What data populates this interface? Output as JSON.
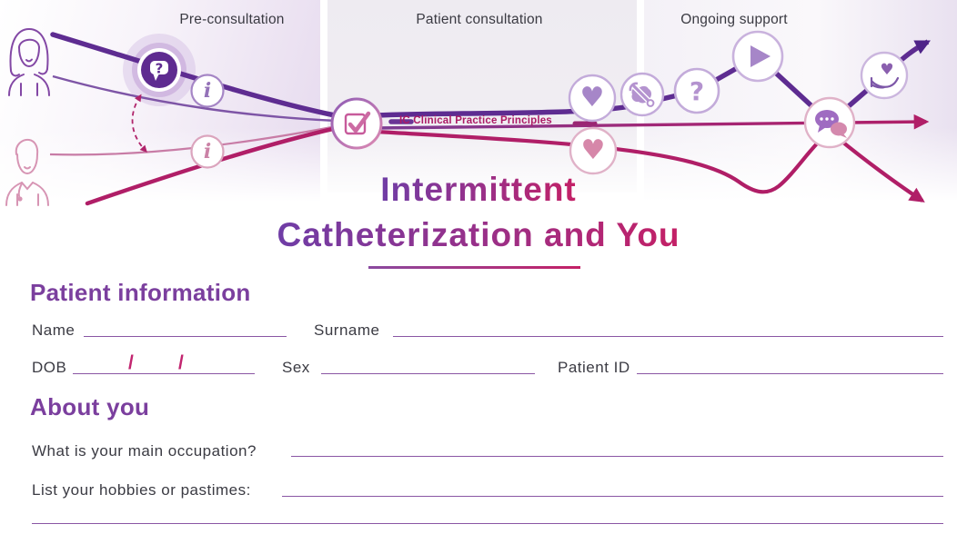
{
  "header": {
    "phase_labels": [
      "Pre-consultation",
      "Patient consultation",
      "Ongoing support"
    ],
    "journey_label": "IC Clinical Practice Principles",
    "icon_names": [
      "patient-icon",
      "clinician-icon",
      "question-bubble-icon",
      "info-icon",
      "info-icon",
      "checklist-icon",
      "heart-icon",
      "tools-icon",
      "heart-icon",
      "question-icon",
      "play-icon",
      "chat-icon",
      "hand-heart-icon",
      "arrow-icon"
    ]
  },
  "title": {
    "line1": "Intermittent",
    "line2": "Catheterization and You"
  },
  "patient_information": {
    "heading": "Patient information",
    "name_label": "Name",
    "surname_label": "Surname",
    "dob_label": "DOB",
    "dob_slash": "/",
    "sex_label": "Sex",
    "patient_id_label": "Patient ID",
    "name_value": "",
    "surname_value": "",
    "dob_value": "",
    "sex_value": "",
    "patient_id_value": ""
  },
  "about_you": {
    "heading": "About you",
    "occupation_label": "What is your main occupation?",
    "hobbies_label": "List your hobbies or pastimes:",
    "occupation_value": "",
    "hobbies_value": ""
  },
  "colors": {
    "purple_dark": "#5e2c91",
    "purple_heading": "#7b3f9e",
    "magenta": "#b01e67",
    "field_line_purple": "#8a56a4",
    "label_text": "#3b3b43",
    "title_gradient_start": "#6f3da6",
    "title_gradient_end": "#c42066"
  }
}
